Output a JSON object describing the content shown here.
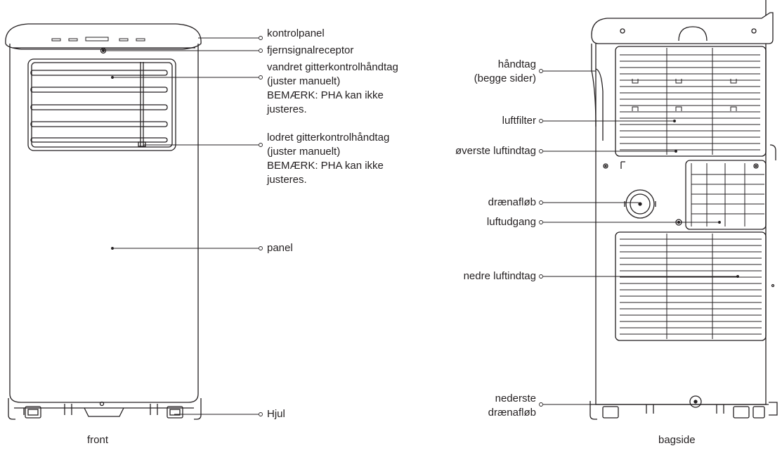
{
  "front": {
    "caption": "front",
    "labels": {
      "kontrolpanel": "kontrolpanel",
      "fjernsignalreceptor": "fjernsignalreceptor",
      "vandret": [
        "vandret gitterkontrolhåndtag",
        "(juster manuelt)",
        "BEMÆRK: PHA kan ikke",
        "justeres."
      ],
      "lodret": [
        "lodret gitterkontrolhåndtag",
        "(juster manuelt)",
        "BEMÆRK: PHA kan ikke",
        "justeres."
      ],
      "panel": "panel",
      "hjul": "Hjul"
    }
  },
  "back": {
    "caption": "bagside",
    "labels": {
      "handtag": [
        "håndtag",
        "(begge sider)"
      ],
      "luftfilter": "luftfilter",
      "overste": "øverste luftindtag",
      "draenafloeb": "drænafløb",
      "luftudgang": "luftudgang",
      "nedre": "nedre luftindtag",
      "nederste": [
        "nederste",
        "drænafløb"
      ]
    }
  }
}
